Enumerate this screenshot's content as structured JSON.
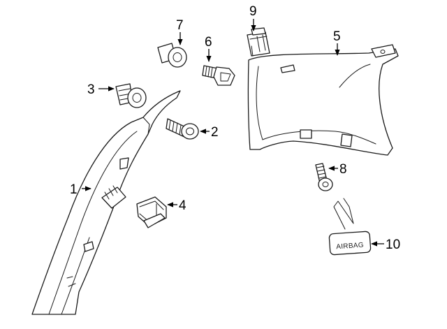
{
  "callouts": {
    "c1": "1",
    "c2": "2",
    "c3": "3",
    "c4": "4",
    "c5": "5",
    "c6": "6",
    "c7": "7",
    "c8": "8",
    "c9": "9",
    "c10": "10"
  },
  "airbag_tag_text": "AIRBAG"
}
